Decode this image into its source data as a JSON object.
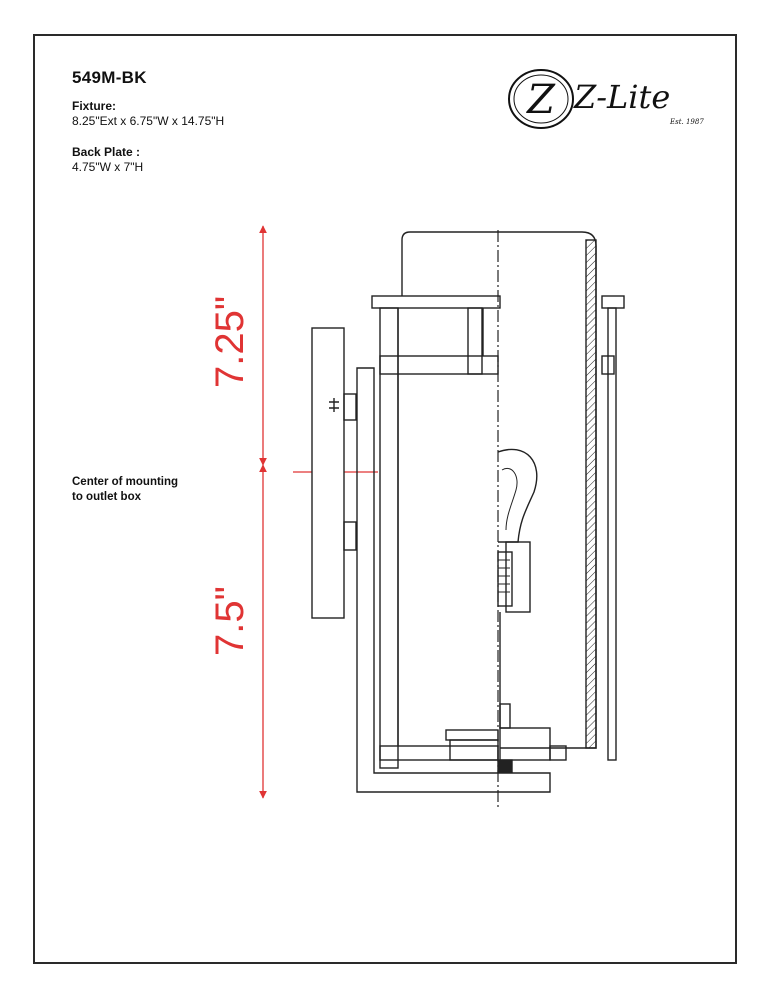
{
  "model": "549M-BK",
  "fixture": {
    "label": "Fixture:",
    "value": "8.25\"Ext x 6.75\"W x 14.75\"H"
  },
  "back_plate": {
    "label": "Back Plate :",
    "value": "4.75\"W x 7\"H"
  },
  "callout": {
    "line1": "Center of mounting",
    "line2": "to outlet box"
  },
  "logo": {
    "letter": "Z",
    "brand": "Z-Lite",
    "est": "Est. 1987"
  },
  "dimensions": {
    "upper": "7.25\"",
    "lower": "7.5\""
  },
  "colors": {
    "dimension": "#e03434",
    "lines": "#222222"
  }
}
